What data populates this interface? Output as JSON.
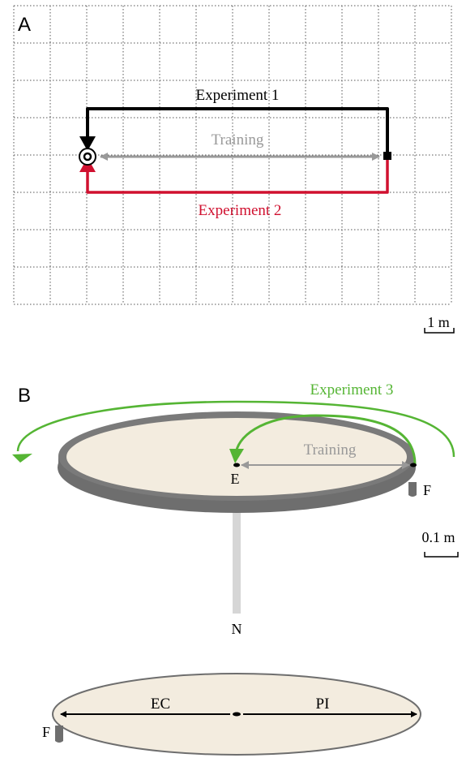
{
  "panel_a": {
    "letter": "A",
    "exp1_label": "Experiment 1",
    "training_label": "Training",
    "exp2_label": "Experiment 2",
    "scale_label": "1 m",
    "grid_rows": 8,
    "grid_cols": 12
  },
  "panel_b": {
    "letter": "B",
    "exp3_label": "Experiment 3",
    "training_label": "Training",
    "e_label": "E",
    "f_label": "F",
    "scale_label": "0.1 m",
    "n_label": "N"
  },
  "panel_c": {
    "ec_label": "EC",
    "pi_label": "PI",
    "f_label": "F"
  },
  "colors": {
    "exp1": "#000000",
    "exp2": "#d0102f",
    "exp3": "#55b534",
    "training": "#999999",
    "arena_fill": "#f3ecdf",
    "rim": "#707070",
    "grid": "#555555"
  }
}
